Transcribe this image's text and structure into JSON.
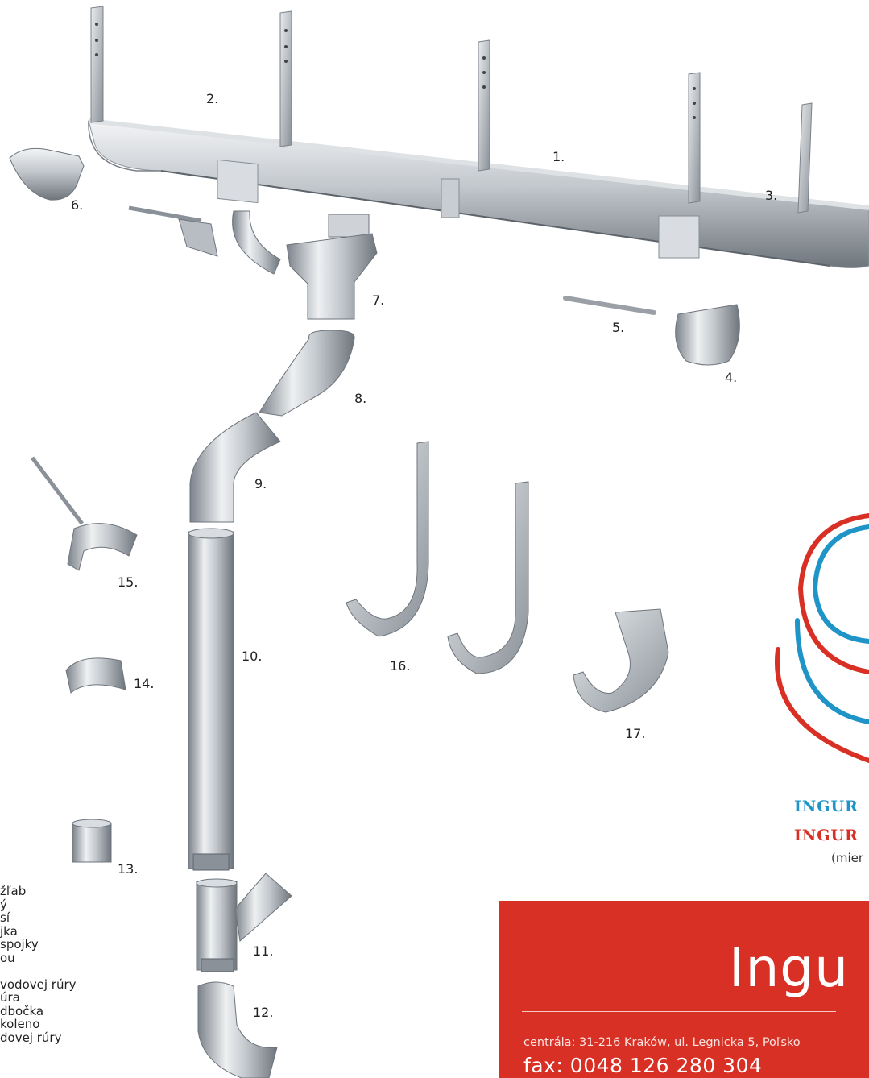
{
  "part_numbers": [
    "1.",
    "2.",
    "3.",
    "4.",
    "5.",
    "6.",
    "7.",
    "8.",
    "9.",
    "10.",
    "11.",
    "12.",
    "13.",
    "14.",
    "15.",
    "16.",
    "17."
  ],
  "legend": [
    "žľab",
    "ý",
    "sí",
    "jka",
    "spojky",
    "ou",
    "",
    "vodovej rúry",
    "úra",
    "dbočka",
    "koleno",
    "dovej rúry"
  ],
  "brand": {
    "line1": "INGUR",
    "line2": "INGUR",
    "line3": "(mier",
    "color1": "#1e94c7",
    "color2": "#d93025"
  },
  "contact": {
    "logo_text": "Ingu",
    "address": "centrála: 31-216 Kraków, ul. Legnicka 5, Poľsko",
    "fax": "fax: 0048 126 280 304",
    "box_color": "#d93025"
  },
  "colors": {
    "metal_light": "#eef0f2",
    "metal_mid": "#b7bcc2",
    "metal_dark": "#6e757c",
    "logo_blue": "#1e94c7",
    "logo_red": "#d93025"
  }
}
